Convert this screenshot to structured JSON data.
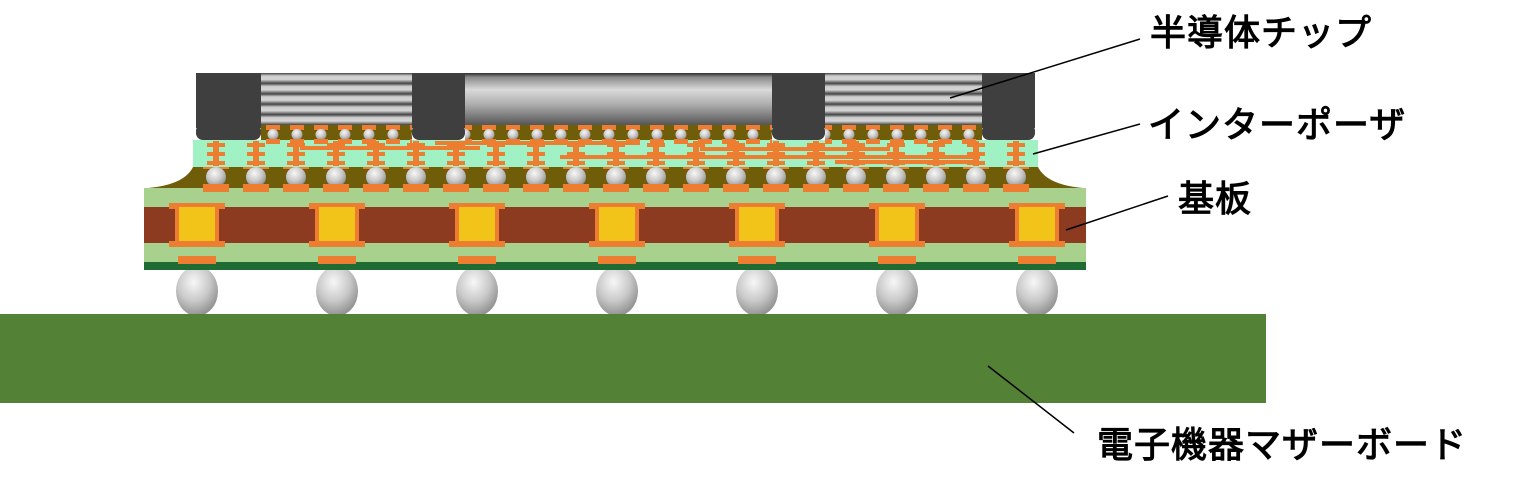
{
  "diagram": {
    "type": "semiconductor-package-cross-section",
    "labels": {
      "semiconductor_chip": "半導体チップ",
      "interposer": "インターポーザ",
      "substrate": "基板",
      "motherboard": "電子機器マザーボード"
    },
    "counts": {
      "chips": 3,
      "spacer_blocks": 4,
      "substrate_vias": 7,
      "solder_balls": 7
    },
    "colors": {
      "background": "#FFFFFF",
      "motherboard_green": "#538135",
      "substrate_light_green": "#A9D18E",
      "substrate_core_brown": "#8C3A20",
      "via_yellow": "#F2C318",
      "copper_orange": "#ED7D31",
      "underfill_olive": "#6F5D0A",
      "interposer_mint": "#A0F2C4",
      "solder_mask_dark_green": "#1E6C33",
      "chip_spacer_gray": "#3F3F3F",
      "leader_line_black": "#000000",
      "label_text_black": "#000000"
    }
  }
}
